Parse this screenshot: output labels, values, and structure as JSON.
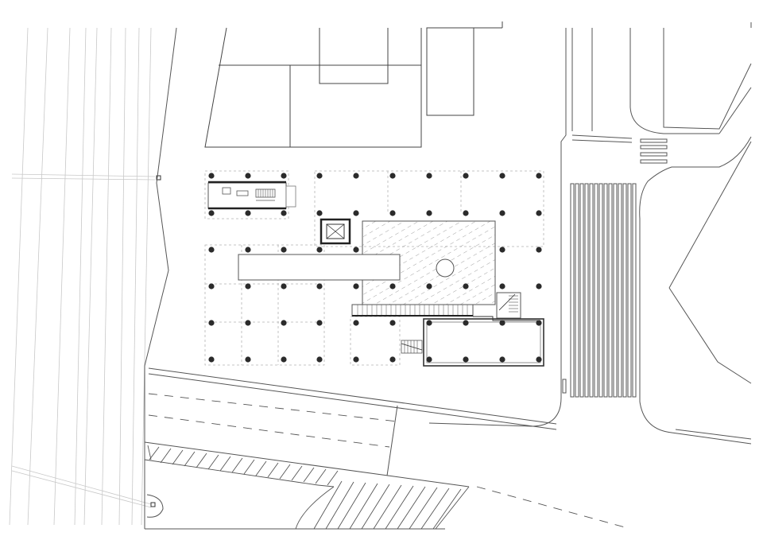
{
  "drawing": {
    "kind": "architectural site plan",
    "text_labels": [],
    "colors": {
      "background": "#ffffff",
      "line": "#3a3a3a",
      "thin_line": "#8c8c8c",
      "faint_line": "#c8c8c8",
      "grid_dashed": "#b4b4b4",
      "column": "#2b2b2b",
      "hatch": "#7a7a7a"
    },
    "elements": {
      "column_grid_count": 58,
      "crosswalk_stripes_east": 15,
      "crosswalk_stripes_north": 4
    }
  }
}
